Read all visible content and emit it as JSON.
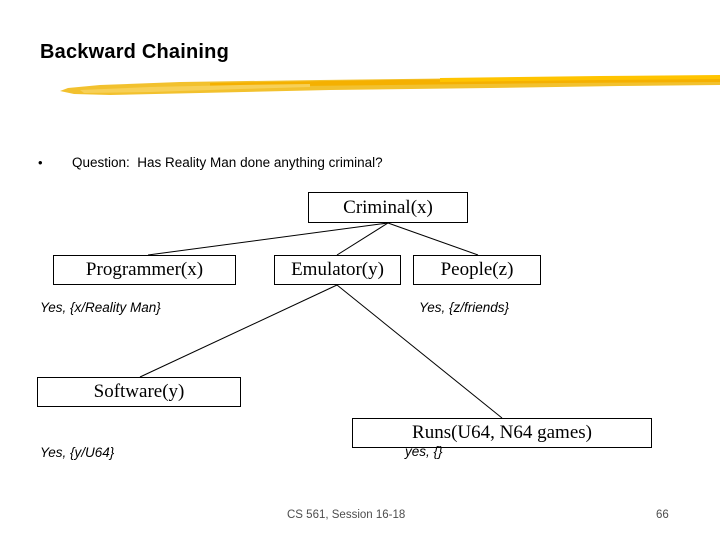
{
  "slide": {
    "title": "Backward Chaining",
    "bullet_marker": "•",
    "bullet_text": "Question:  Has Reality Man done anything criminal?",
    "accent_color": "#F2C12E",
    "accent_color_dark": "#F5B000"
  },
  "diagram": {
    "nodes": {
      "criminal": "Criminal(x)",
      "programmer": "Programmer(x)",
      "emulator": "Emulator(y)",
      "people": "People(z)",
      "software": "Software(y)",
      "runs": "Runs(U64, N64 games)"
    },
    "bindings": {
      "x": "Yes, {x/Reality Man}",
      "z": "Yes, {z/friends}",
      "y": "Yes, {y/U64}",
      "empty": "yes, {}"
    }
  },
  "footer": {
    "course": "CS 561, Session 16-18",
    "page": "66"
  }
}
